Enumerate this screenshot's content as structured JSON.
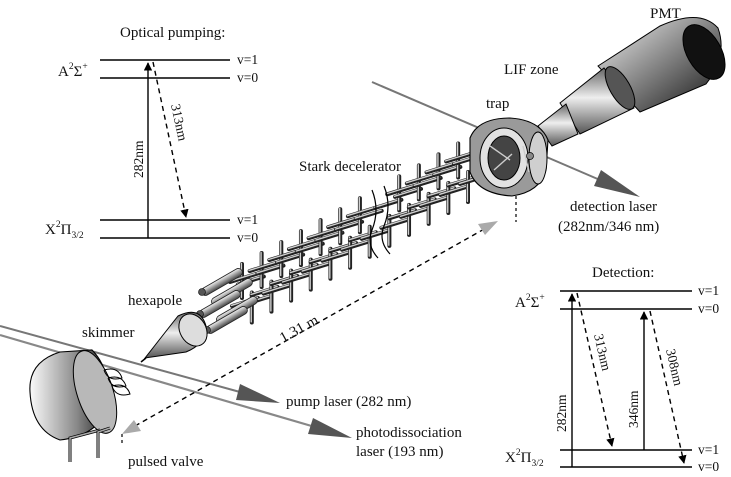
{
  "labels": {
    "optical_pumping": "Optical pumping:",
    "detection": "Detection:",
    "pmt": "PMT",
    "lif_zone": "LIF zone",
    "trap": "trap",
    "stark_decelerator": "Stark decelerator",
    "hexapole": "hexapole",
    "skimmer": "skimmer",
    "distance": "1.31 m",
    "pulsed_valve": "pulsed valve",
    "pump_laser": "pump laser (282 nm)",
    "photodissociation_line1": "photodissociation",
    "photodissociation_line2": "laser (193 nm)",
    "detection_laser_line1": "detection laser",
    "detection_laser_line2": "(282nm/346 nm)"
  },
  "optical_pumping": {
    "upper_state": {
      "base": "A",
      "sup1": "2",
      "mid": "Σ",
      "sup2": "+"
    },
    "lower_state": {
      "base": "X",
      "sup1": "2",
      "mid": "Π",
      "sub": "3/2"
    },
    "levels": [
      "v=1",
      "v=0",
      "v=1",
      "v=0"
    ],
    "transitions": [
      "282nm",
      "313nm"
    ]
  },
  "detection_diagram": {
    "upper_state": {
      "base": "A",
      "sup1": "2",
      "mid": "Σ",
      "sup2": "+"
    },
    "lower_state": {
      "base": "X",
      "sup1": "2",
      "mid": "Π",
      "sub": "3/2"
    },
    "levels": [
      "v=1",
      "v=0",
      "v=1",
      "v=0"
    ],
    "transitions": [
      "282nm",
      "313nm",
      "346nm",
      "308nm"
    ]
  }
}
